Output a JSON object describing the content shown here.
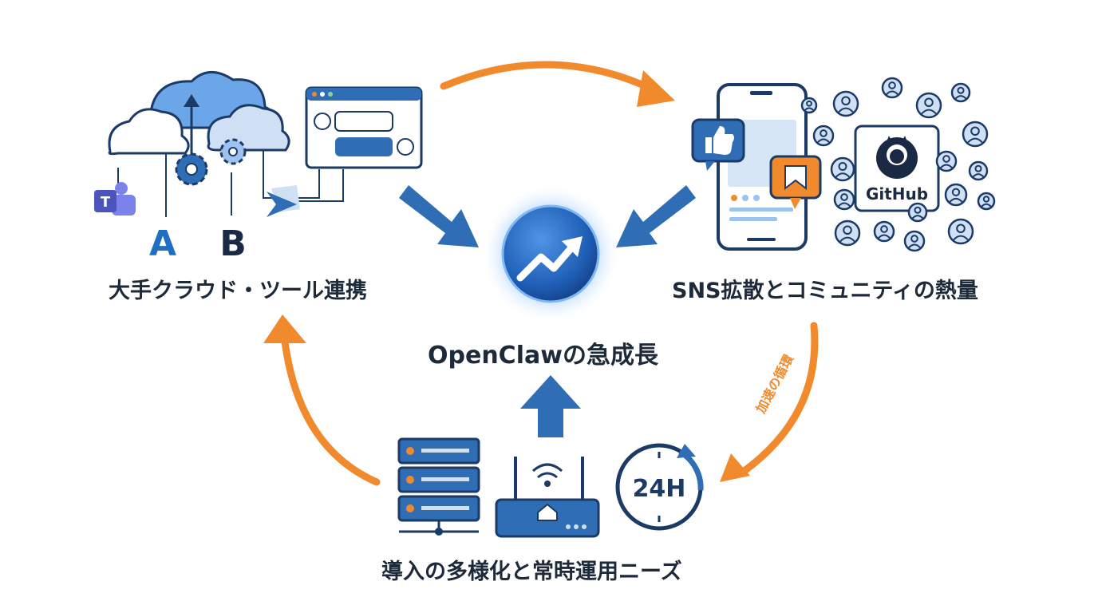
{
  "center": {
    "title": "OpenClawの急成長"
  },
  "nodes": {
    "cloud_tools": {
      "label": "大手クラウド・ツール連携"
    },
    "sns_community": {
      "label": "SNS拡散とコミュニティの熱量"
    },
    "deployment": {
      "label": "導入の多様化と常時運用ニーズ"
    }
  },
  "cycle_label": "加速の循環",
  "icons": {
    "github": "GitHub",
    "clock": "24H",
    "azure": "A",
    "bitbucket": "B"
  },
  "colors": {
    "primary_blue": "#2f6db5",
    "dark_navy": "#1b3a66",
    "orange": "#f08a2c",
    "light_blue": "#cfe0f5",
    "text": "#1d2a3a"
  }
}
